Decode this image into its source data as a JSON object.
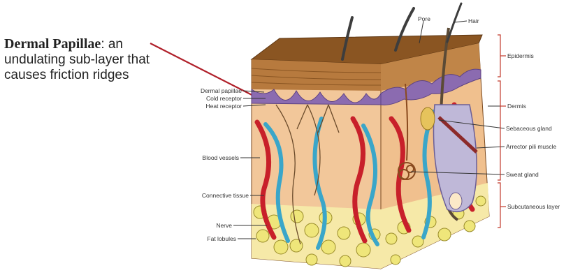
{
  "caption": {
    "term": "Dermal Papillae",
    "description": ": an undulating sub-layer that causes friction ridges"
  },
  "labels_left": {
    "dermal_papillae": "Dermal papillae",
    "cold_receptor": "Cold receptor",
    "heat_receptor": "Heat receptor",
    "blood_vessels": "Blood vessels",
    "connective_tissue": "Connective tissue",
    "nerve": "Nerve",
    "fat_lobules": "Fat lobules"
  },
  "labels_top": {
    "pore": "Pore",
    "hair": "Hair"
  },
  "labels_right": {
    "epidermis": "Epidermis",
    "dermis": "Dermis",
    "sebaceous_gland": "Sebaceous gland",
    "arrector_pili_muscle": "Arrector pili muscle",
    "sweat_gland": "Sweat gland",
    "subcutaneous_layer": "Subcutaneous layer"
  },
  "colors": {
    "pointer_line": "#b0202a",
    "epidermis": "#a86a2e",
    "dermal_papillae": "#8b6bb0",
    "dermis": "#f2c79a",
    "artery": "#c8202a",
    "vein": "#3aa6c9",
    "fat": "#efe67a",
    "bracket": "#c0392b"
  }
}
